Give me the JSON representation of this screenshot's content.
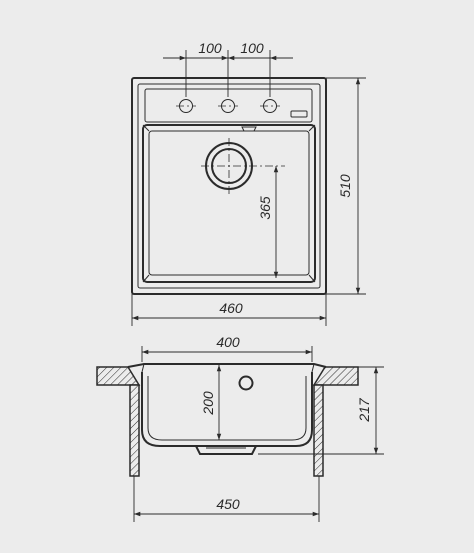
{
  "top_view": {
    "dimensions": {
      "tap_spacing_left": "100",
      "tap_spacing_right": "100",
      "overall_depth": "510",
      "drain_offset": "365",
      "overall_width": "460"
    }
  },
  "section_view": {
    "dimensions": {
      "bowl_width": "400",
      "bowl_depth": "200",
      "overall_height": "217",
      "cutout_width": "450"
    }
  }
}
